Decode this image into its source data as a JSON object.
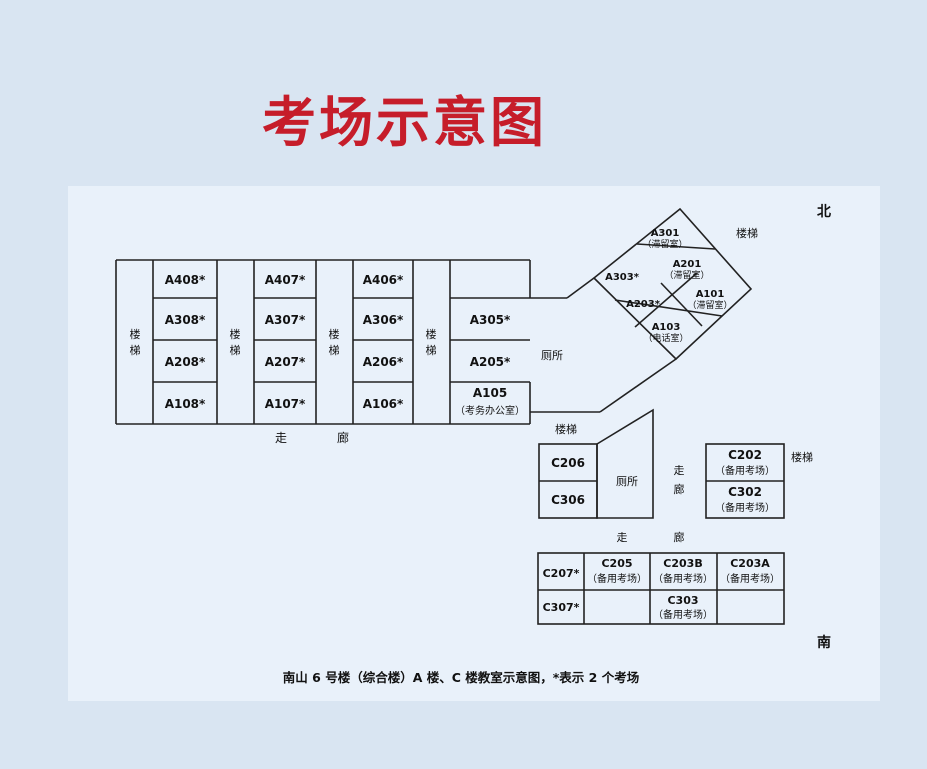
{
  "title": "考场示意图",
  "compass": {
    "north": "北",
    "south": "南"
  },
  "caption": "南山 6 号楼（综合楼）A 楼、C 楼教室示意图，*表示 2 个考场",
  "building_a_west": {
    "stairs": [
      {
        "chars": [
          "楼",
          "梯"
        ]
      },
      {
        "chars": [
          "楼",
          "梯"
        ]
      },
      {
        "chars": [
          "楼",
          "梯"
        ]
      },
      {
        "chars": [
          "楼",
          "梯"
        ]
      }
    ],
    "rooms": [
      {
        "label": "A408*"
      },
      {
        "label": "A308*"
      },
      {
        "label": "A208*"
      },
      {
        "label": "A108*"
      },
      {
        "label": "A407*"
      },
      {
        "label": "A307*"
      },
      {
        "label": "A207*"
      },
      {
        "label": "A107*"
      },
      {
        "label": "A406*"
      },
      {
        "label": "A306*"
      },
      {
        "label": "A206*"
      },
      {
        "label": "A106*"
      },
      {
        "label": "A305*"
      },
      {
        "label": "A205*"
      },
      {
        "label": "A105",
        "note": "（考务办公室）"
      }
    ],
    "toilet": "厕所",
    "corridor": [
      "走",
      "廊"
    ]
  },
  "building_a_east": {
    "stairs": "楼梯",
    "rooms": [
      {
        "label": "A301",
        "note": "（滞留室）"
      },
      {
        "label": "A201",
        "note": "（滞留室）"
      },
      {
        "label": "A303*"
      },
      {
        "label": "A203*"
      },
      {
        "label": "A101",
        "note": "（滞留室）"
      },
      {
        "label": "A103",
        "note": "（电话室）"
      }
    ]
  },
  "building_c_north": {
    "stairs_left": "楼梯",
    "stairs_right": "楼梯",
    "rooms": [
      {
        "label": "C206"
      },
      {
        "label": "C306"
      },
      {
        "label": "C202",
        "note": "（备用考场）"
      },
      {
        "label": "C302",
        "note": "（备用考场）"
      }
    ],
    "toilet": "厕所",
    "corridor_vertical": [
      "走",
      "廊"
    ],
    "corridor_horizontal": [
      "走",
      "廊"
    ]
  },
  "building_c_south": {
    "rooms": [
      {
        "label": "C207*"
      },
      {
        "label": "C205",
        "note": "（备用考场）"
      },
      {
        "label": "C203B",
        "note": "（备用考场）"
      },
      {
        "label": "C203A",
        "note": "（备用考场）"
      },
      {
        "label": "C307*"
      },
      {
        "label": "C303",
        "note": "（备用考场）"
      }
    ]
  }
}
